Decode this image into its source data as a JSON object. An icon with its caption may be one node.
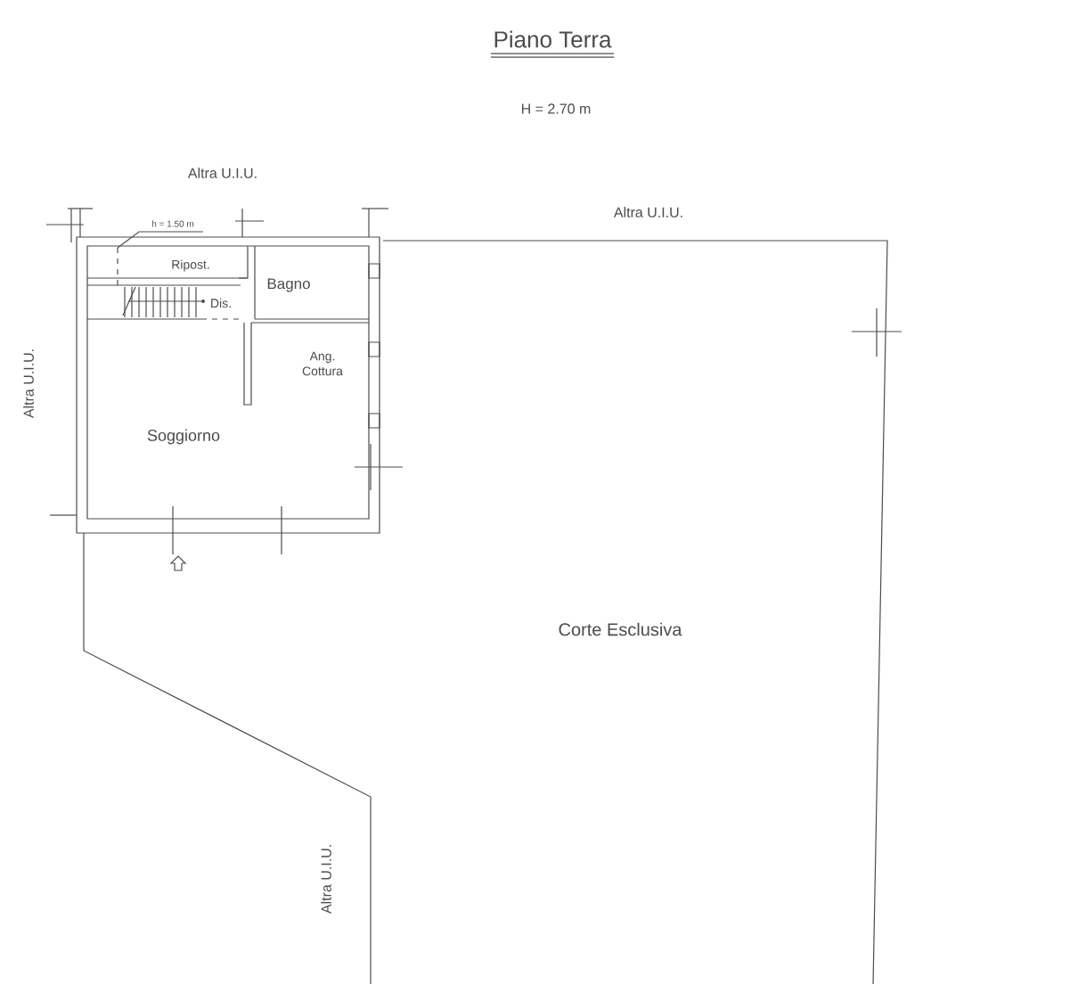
{
  "diagram": {
    "title": "Piano Terra",
    "labels": [
      "H = 2.70 m",
      "Altra U.I.U.",
      "Altra U.I.U.",
      "h = 1.50 m",
      "Ripost.",
      "Bagno",
      "Dis.",
      "Altra U.I.U.",
      "Ang. Cottura",
      "Soggiorno",
      "Corte Esclusiva",
      "Altra U.I.U."
    ]
  }
}
